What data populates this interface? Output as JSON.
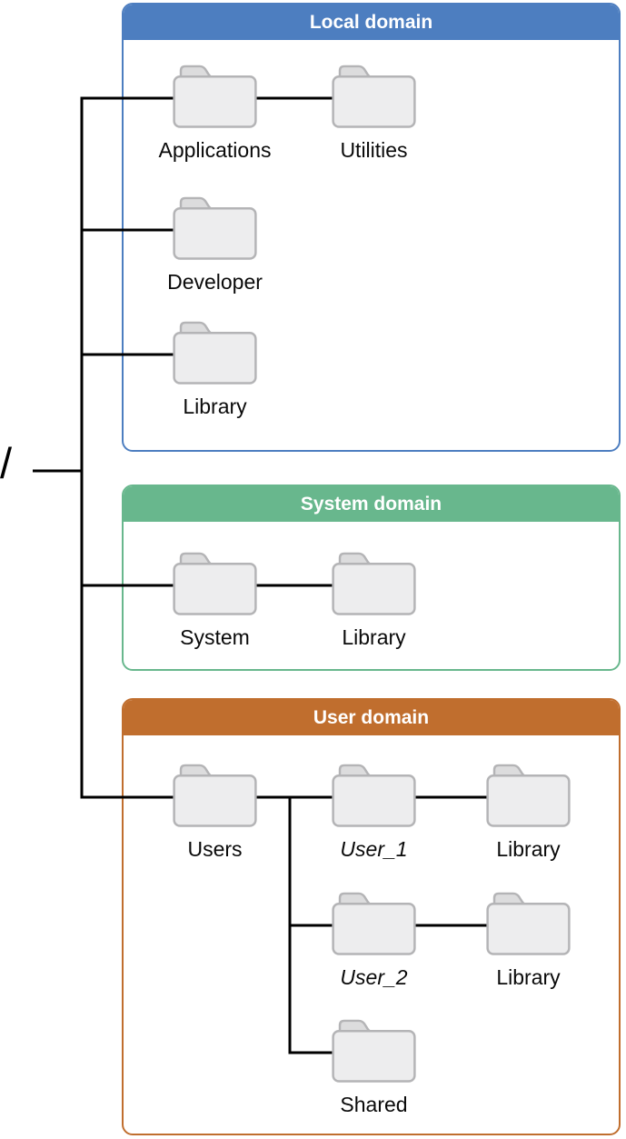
{
  "root": {
    "symbol": "/"
  },
  "domains": {
    "local": {
      "title": "Local domain",
      "folders": {
        "applications": "Applications",
        "utilities": "Utilities",
        "developer": "Developer",
        "library": "Library"
      }
    },
    "system": {
      "title": "System domain",
      "folders": {
        "system": "System",
        "library": "Library"
      }
    },
    "user": {
      "title": "User domain",
      "folders": {
        "users": "Users",
        "user_1": "User_1",
        "library_1": "Library",
        "user_2": "User_2",
        "library_2": "Library",
        "shared": "Shared"
      }
    }
  },
  "colors": {
    "local_accent": "#4d7ec0",
    "system_accent": "#68b78d",
    "user_accent": "#c06e2e",
    "folder_fill": "#ededee",
    "folder_tab": "#dcdcdd",
    "folder_border": "#b4b4b6",
    "connector": "#000000",
    "title_text": "#ffffff",
    "label_text": "#000000"
  }
}
